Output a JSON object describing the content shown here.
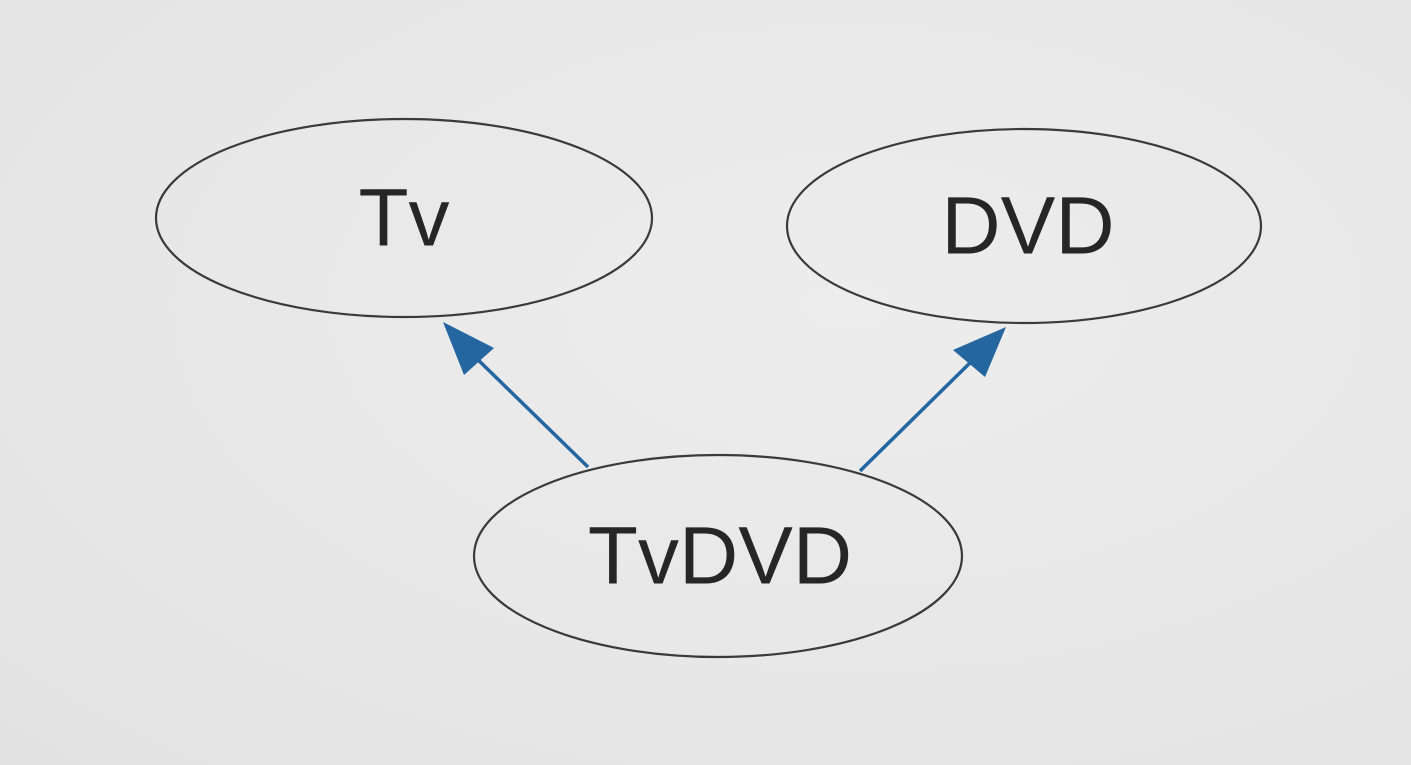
{
  "colors": {
    "arrow": "#2466a0",
    "node_stroke": "#3a3a3a",
    "text": "#262626"
  },
  "nodes": [
    {
      "id": "tv",
      "label": "Tv"
    },
    {
      "id": "dvd",
      "label": "DVD"
    },
    {
      "id": "tvdvd",
      "label": "TvDVD"
    }
  ],
  "edges": [
    {
      "from": "tvdvd",
      "to": "tv"
    },
    {
      "from": "tvdvd",
      "to": "dvd"
    }
  ]
}
